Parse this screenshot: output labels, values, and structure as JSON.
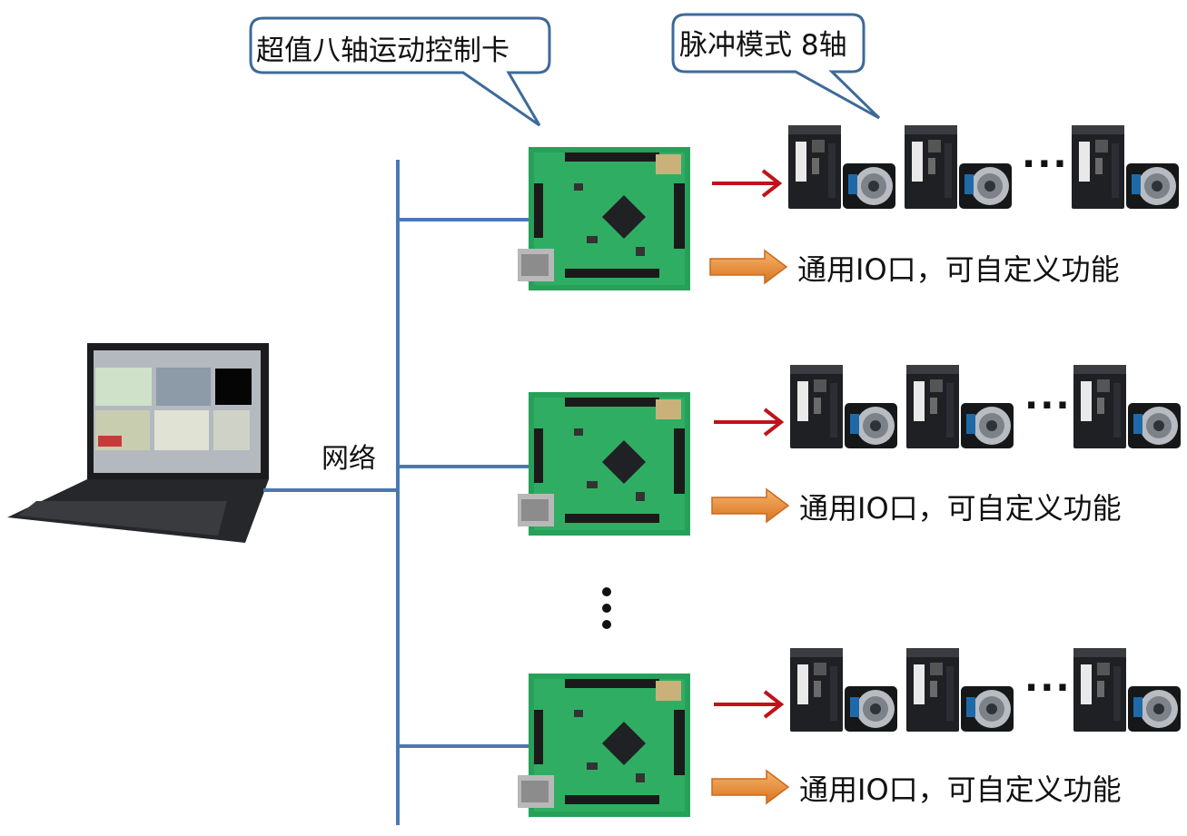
{
  "callouts": {
    "card": "超值八轴运动控制卡",
    "pulse": "脉冲模式 8轴"
  },
  "network_label": "网络",
  "io_label": "通用IO口，可自定义功能",
  "colors": {
    "bus_line": "#4a78b5",
    "pulse_arrow": "#c0121a",
    "io_arrow": "#e88e3a",
    "callout_border": "#3e6a99",
    "pcb_green": "#27a05a"
  },
  "rows": 3
}
